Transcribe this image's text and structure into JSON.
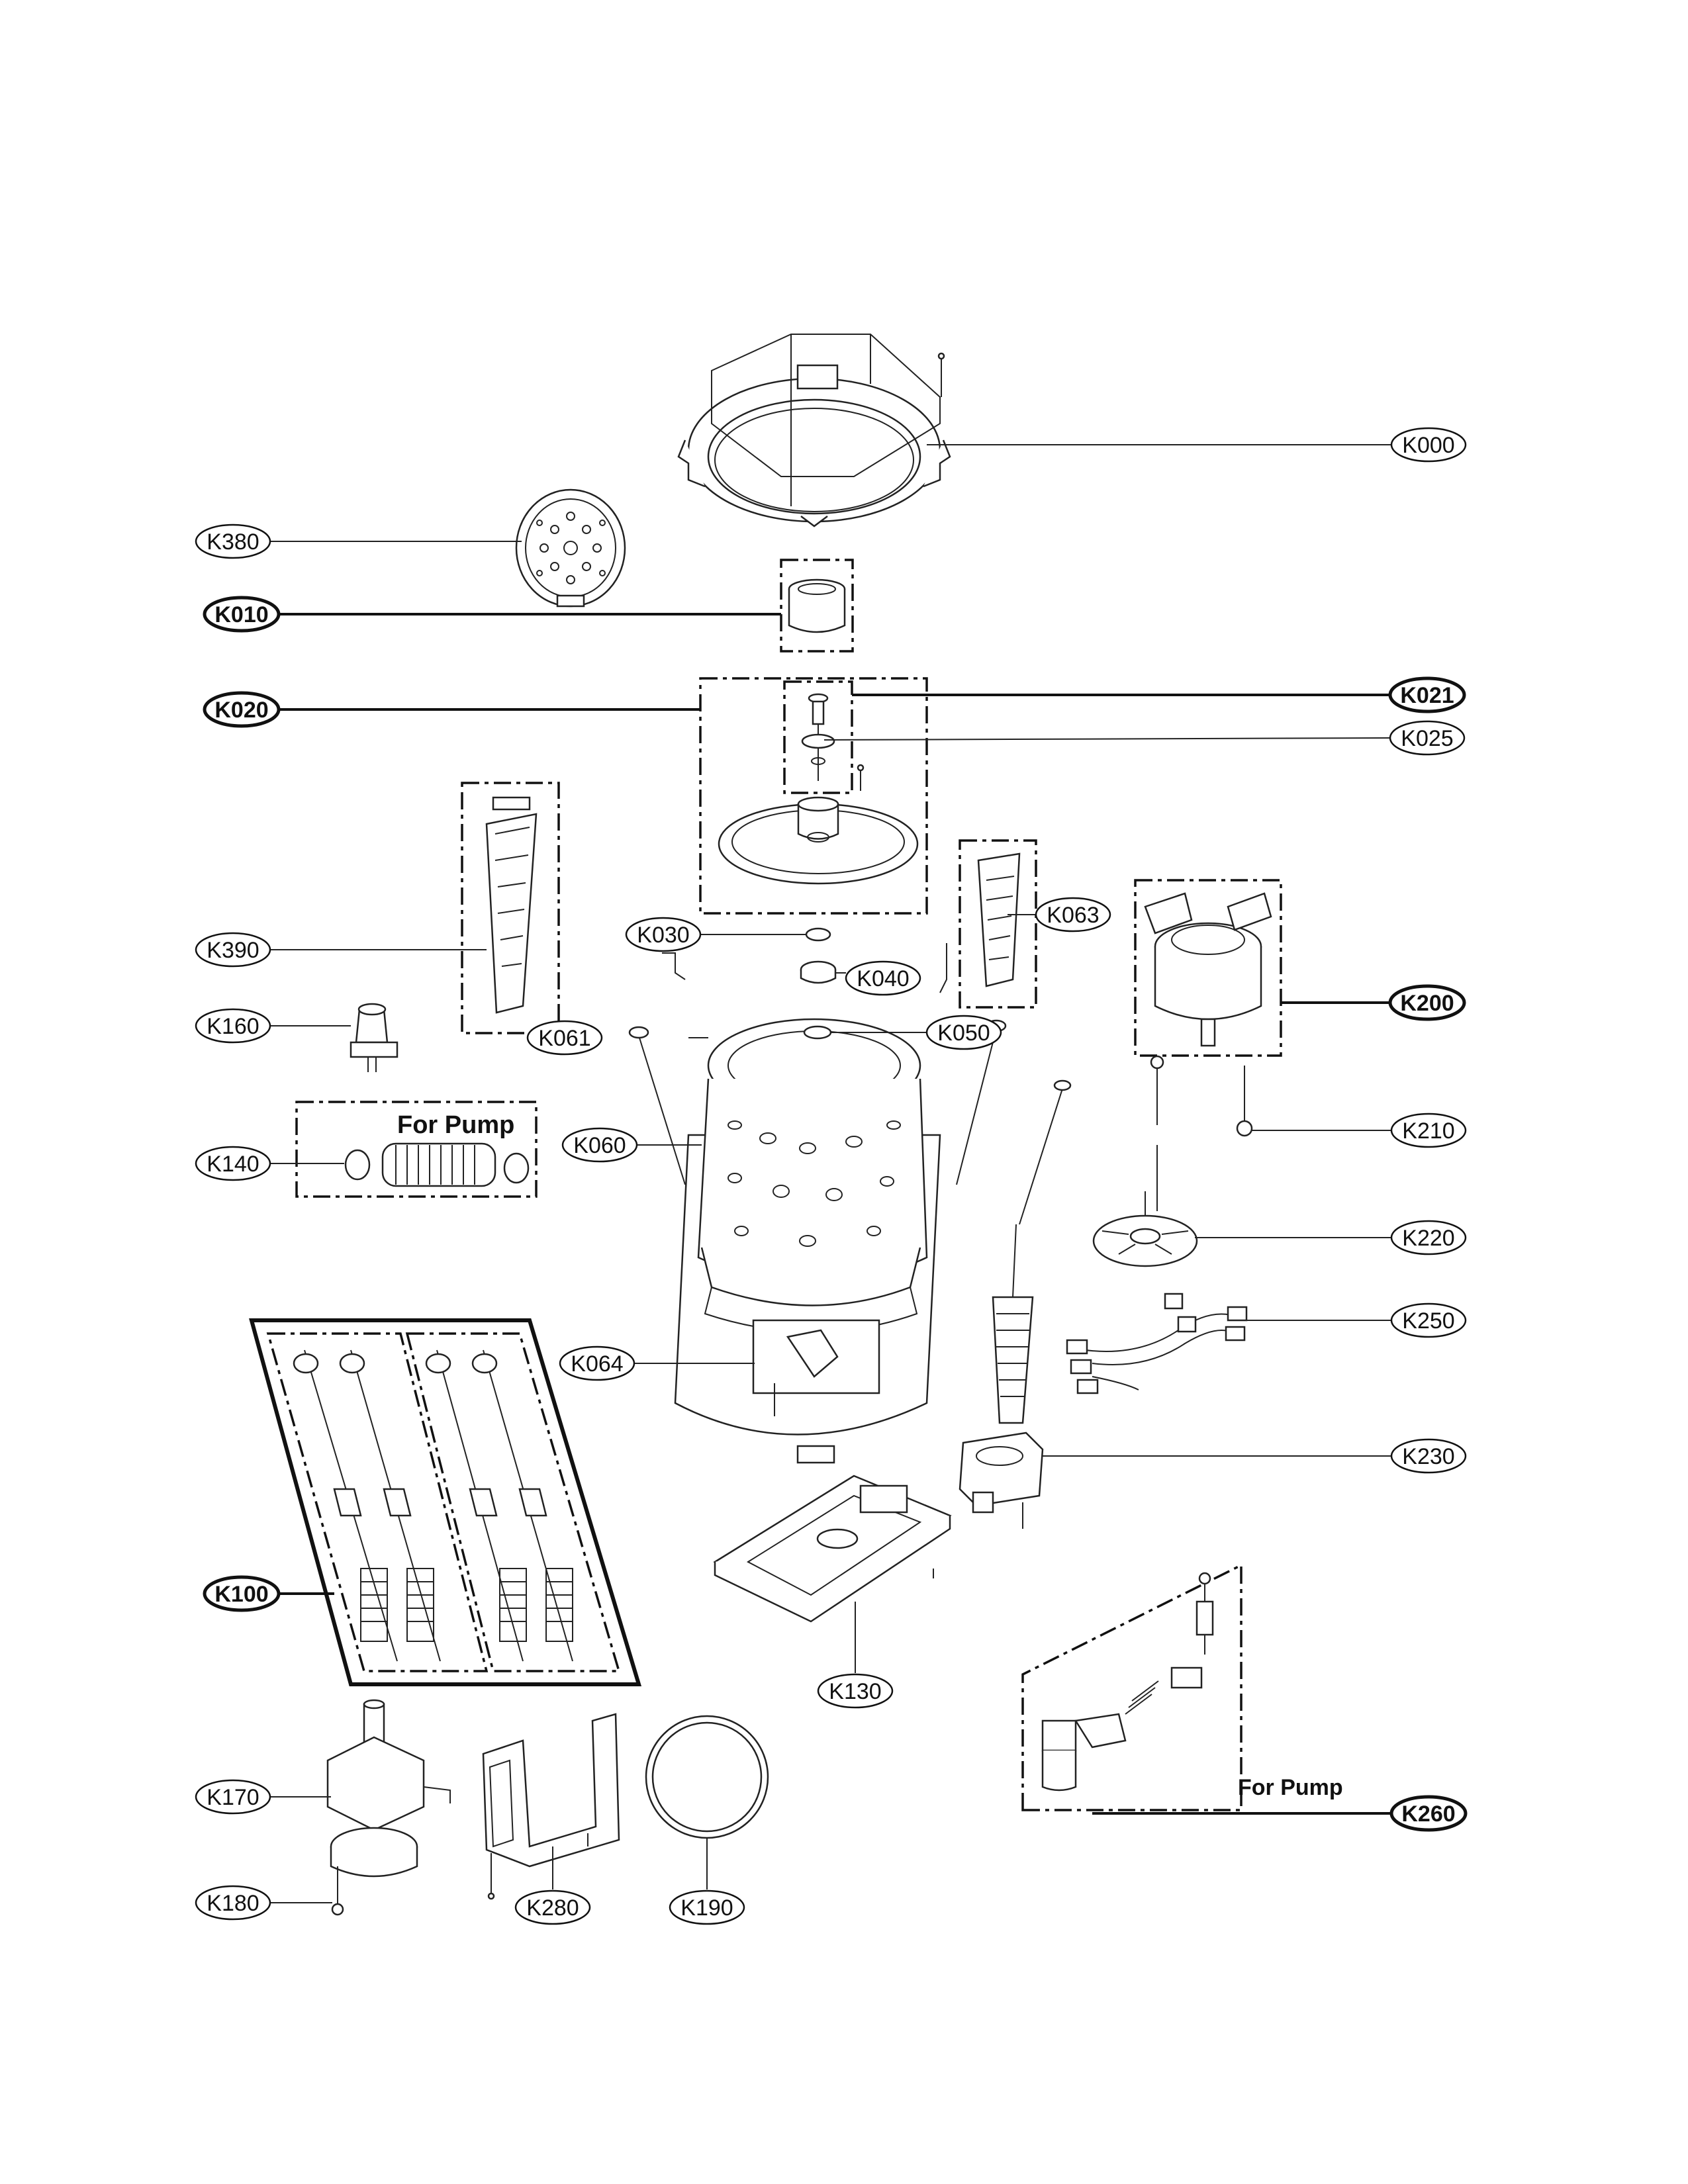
{
  "diagram": {
    "labels": {
      "K000": "K000",
      "K380": "K380",
      "K010": "K010",
      "K020": "K020",
      "K021": "K021",
      "K025": "K025",
      "K030": "K030",
      "K040": "K040",
      "K050": "K050",
      "K061": "K061",
      "K060": "K060",
      "K063": "K063",
      "K064": "K064",
      "K390": "K390",
      "K160": "K160",
      "K140": "K140",
      "K200": "K200",
      "K210": "K210",
      "K220": "K220",
      "K250": "K250",
      "K230": "K230",
      "K100": "K100",
      "K130": "K130",
      "K170": "K170",
      "K180": "K180",
      "K280": "K280",
      "K190": "K190",
      "K260": "K260"
    },
    "notes": {
      "pump_hose": "For Pump",
      "pump_kit": "For Pump"
    },
    "bold_labels": [
      "K010",
      "K020",
      "K021",
      "K200",
      "K100",
      "K260"
    ]
  }
}
